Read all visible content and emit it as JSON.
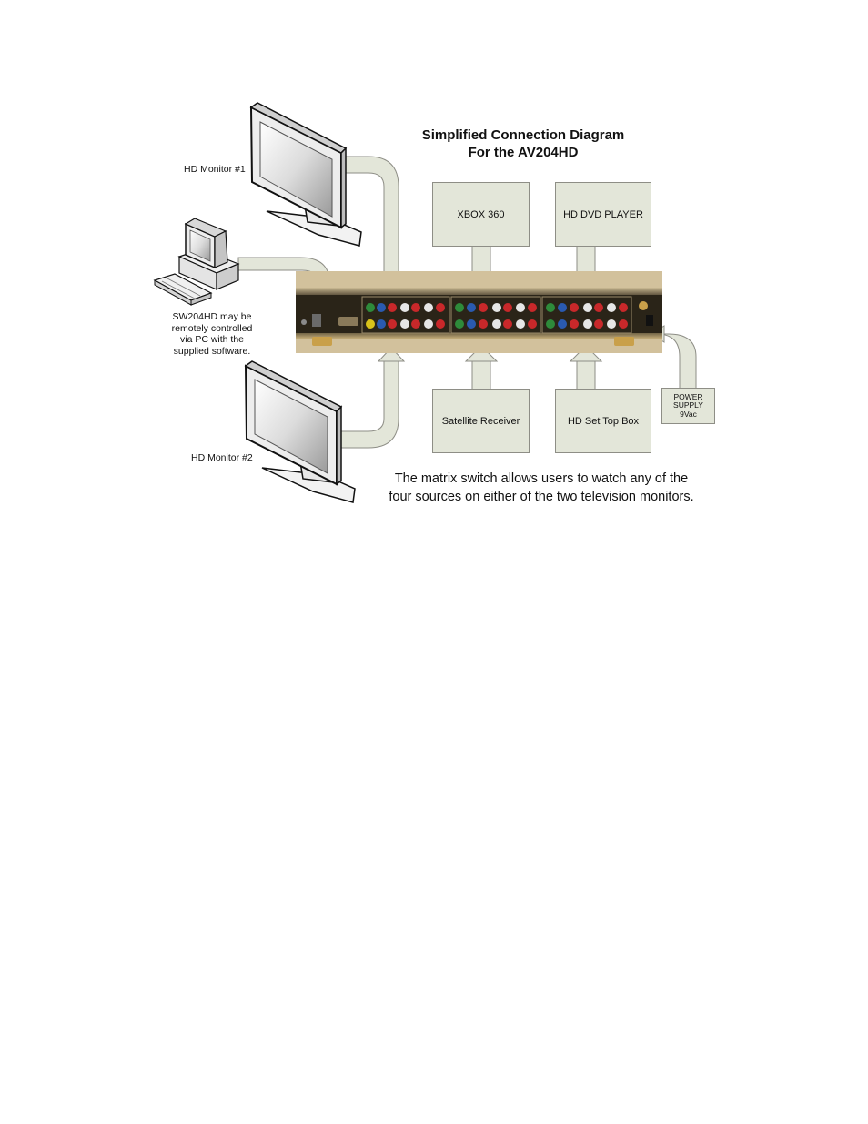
{
  "title": {
    "line1": "Simplified Connection Diagram",
    "line2": "For the AV204HD"
  },
  "sources": {
    "xbox": "XBOX 360",
    "hd_dvd": "HD DVD PLAYER",
    "satellite": "Satellite Receiver",
    "set_top": "HD Set Top Box"
  },
  "power_supply": {
    "line1": "POWER",
    "line2": "SUPPLY",
    "line3": "9Vac"
  },
  "monitors": {
    "monitor1": "HD Monitor #1",
    "monitor2": "HD Monitor #2"
  },
  "pc_note": {
    "line1": "SW204HD may be",
    "line2": "remotely controlled",
    "line3": "via PC with the",
    "line4": "supplied software."
  },
  "caption": {
    "line1": "The matrix switch allows users to watch any of the",
    "line2": "four sources on either of the two television monitors."
  },
  "colors": {
    "connector_fill": "#e3e6d9",
    "connector_edge": "#8e8e86",
    "device_body": "#2a2418",
    "jack_red": "#c8282a",
    "jack_green": "#2e8a3a",
    "jack_blue": "#2a5ab0",
    "jack_white": "#e6e6e6",
    "jack_yellow": "#d8c21a",
    "foot_gold": "#c9a04a"
  }
}
